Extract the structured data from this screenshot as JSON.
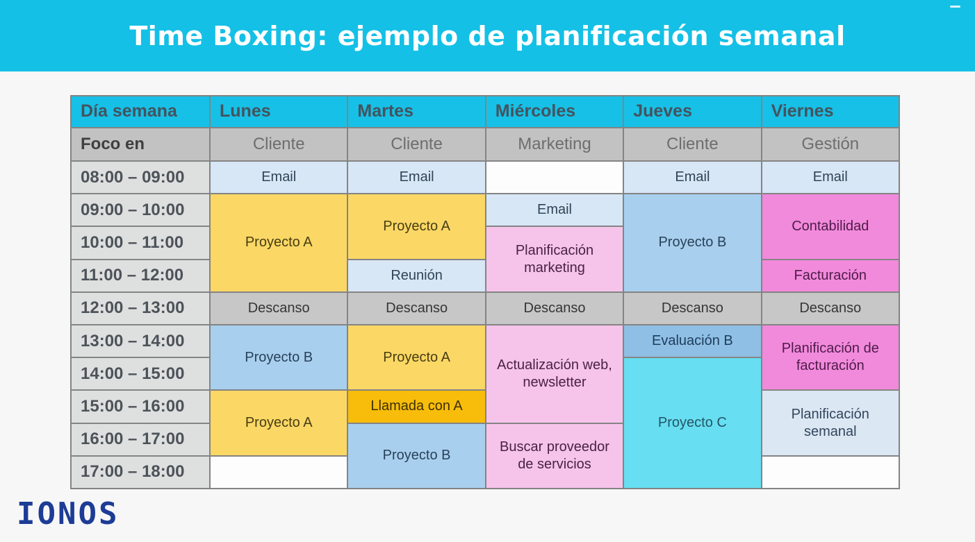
{
  "banner": {
    "title": "Time Boxing: ejemplo de planificación semanal",
    "bg": "#14C0E6"
  },
  "logo": {
    "text": "IONOS",
    "color": "#1D3C96"
  },
  "table": {
    "corner_label": "Día semana",
    "days": [
      "Lunes",
      "Martes",
      "Miércoles",
      "Jueves",
      "Viernes"
    ],
    "focus_label": "Foco en",
    "focus_values": [
      "Cliente",
      "Cliente",
      "Marketing",
      "Cliente",
      "Gestión"
    ],
    "times": [
      "08:00 – 09:00",
      "09:00 – 10:00",
      "10:00 – 11:00",
      "11:00 – 12:00",
      "12:00 – 13:00",
      "13:00 – 14:00",
      "14:00 – 15:00",
      "15:00 – 16:00",
      "16:00 – 17:00",
      "17:00 – 18:00"
    ],
    "palette": {
      "header": {
        "bg": "#17C0E6",
        "fg": "#44535E"
      },
      "timecol": {
        "bg": "#DEDFDF",
        "fg": "#4C5359"
      },
      "focusrow": {
        "bg": "#C2C2C2",
        "fg_label": "#3F3F3F",
        "fg_value": "#6E6E6E"
      },
      "graycell": {
        "bg": "#C7C7C7",
        "fg": "#353535"
      },
      "lightblue": {
        "bg": "#D8E7F6",
        "fg": "#2F4457"
      },
      "blue": {
        "bg": "#A9CFEE",
        "fg": "#28425A"
      },
      "steelblue": {
        "bg": "#8FBFE4",
        "fg": "#1F3D5C"
      },
      "cyan": {
        "bg": "#67DEF1",
        "fg": "#235666"
      },
      "paleblue": {
        "bg": "#DCE7F4",
        "fg": "#32465C"
      },
      "yellow": {
        "bg": "#FBD765",
        "fg": "#473D12"
      },
      "orange": {
        "bg": "#F8BD0B",
        "fg": "#3E3000"
      },
      "pink": {
        "bg": "#F6C4EA",
        "fg": "#4A2145"
      },
      "magenta": {
        "bg": "#F28ADC",
        "fg": "#4E1B49"
      },
      "white": {
        "bg": "#FDFDFD",
        "fg": "#333333"
      }
    },
    "blocks": [
      {
        "day": 0,
        "row": 0,
        "span": 1,
        "label": "Email",
        "color": "lightblue"
      },
      {
        "day": 0,
        "row": 1,
        "span": 3,
        "label": "Proyecto A",
        "color": "yellow"
      },
      {
        "day": 0,
        "row": 4,
        "span": 1,
        "label": "Descanso",
        "color": "graycell"
      },
      {
        "day": 0,
        "row": 5,
        "span": 2,
        "label": "Proyecto B",
        "color": "blue"
      },
      {
        "day": 0,
        "row": 7,
        "span": 2,
        "label": "Proyecto A",
        "color": "yellow"
      },
      {
        "day": 0,
        "row": 9,
        "span": 1,
        "label": "",
        "color": "white"
      },
      {
        "day": 1,
        "row": 0,
        "span": 1,
        "label": "Email",
        "color": "lightblue"
      },
      {
        "day": 1,
        "row": 1,
        "span": 2,
        "label": "Proyecto A",
        "color": "yellow"
      },
      {
        "day": 1,
        "row": 3,
        "span": 1,
        "label": "Reunión",
        "color": "lightblue"
      },
      {
        "day": 1,
        "row": 4,
        "span": 1,
        "label": "Descanso",
        "color": "graycell"
      },
      {
        "day": 1,
        "row": 5,
        "span": 2,
        "label": "Proyecto A",
        "color": "yellow"
      },
      {
        "day": 1,
        "row": 7,
        "span": 1,
        "label": "Llamada con A",
        "color": "orange"
      },
      {
        "day": 1,
        "row": 8,
        "span": 2,
        "label": "Proyecto B",
        "color": "blue"
      },
      {
        "day": 2,
        "row": 0,
        "span": 1,
        "label": "",
        "color": "white"
      },
      {
        "day": 2,
        "row": 1,
        "span": 1,
        "label": "Email",
        "color": "lightblue"
      },
      {
        "day": 2,
        "row": 2,
        "span": 2,
        "label": "Planificación marketing",
        "color": "pink"
      },
      {
        "day": 2,
        "row": 4,
        "span": 1,
        "label": "Descanso",
        "color": "graycell"
      },
      {
        "day": 2,
        "row": 5,
        "span": 3,
        "label": "Actualización web, newsletter",
        "color": "pink"
      },
      {
        "day": 2,
        "row": 8,
        "span": 2,
        "label": "Buscar proveedor de servicios",
        "color": "pink"
      },
      {
        "day": 3,
        "row": 0,
        "span": 1,
        "label": "Email",
        "color": "lightblue"
      },
      {
        "day": 3,
        "row": 1,
        "span": 3,
        "label": "Proyecto B",
        "color": "blue"
      },
      {
        "day": 3,
        "row": 4,
        "span": 1,
        "label": "Descanso",
        "color": "graycell"
      },
      {
        "day": 3,
        "row": 5,
        "span": 1,
        "label": "Evaluación B",
        "color": "steelblue"
      },
      {
        "day": 3,
        "row": 6,
        "span": 4,
        "label": "Proyecto C",
        "color": "cyan"
      },
      {
        "day": 4,
        "row": 0,
        "span": 1,
        "label": "Email",
        "color": "lightblue"
      },
      {
        "day": 4,
        "row": 1,
        "span": 2,
        "label": "Contabilidad",
        "color": "magenta"
      },
      {
        "day": 4,
        "row": 3,
        "span": 1,
        "label": "Facturación",
        "color": "magenta"
      },
      {
        "day": 4,
        "row": 4,
        "span": 1,
        "label": "Descanso",
        "color": "graycell"
      },
      {
        "day": 4,
        "row": 5,
        "span": 2,
        "label": "Planificación de facturación",
        "color": "magenta"
      },
      {
        "day": 4,
        "row": 7,
        "span": 2,
        "label": "Planificación semanal",
        "color": "paleblue"
      },
      {
        "day": 4,
        "row": 9,
        "span": 1,
        "label": "",
        "color": "white"
      }
    ]
  },
  "chart_data": {
    "type": "table",
    "title": "Time Boxing: ejemplo de planificación semanal",
    "columns": [
      "Día semana",
      "Lunes",
      "Martes",
      "Miércoles",
      "Jueves",
      "Viernes"
    ],
    "rows": [
      [
        "Foco en",
        "Cliente",
        "Cliente",
        "Marketing",
        "Cliente",
        "Gestión"
      ],
      [
        "08:00 – 09:00",
        "Email",
        "Email",
        "",
        "Email",
        "Email"
      ],
      [
        "09:00 – 10:00",
        "Proyecto A",
        "Proyecto A",
        "Email",
        "Proyecto B",
        "Contabilidad"
      ],
      [
        "10:00 – 11:00",
        "Proyecto A",
        "Proyecto A",
        "Planificación marketing",
        "Proyecto B",
        "Contabilidad"
      ],
      [
        "11:00 – 12:00",
        "Proyecto A",
        "Reunión",
        "Planificación marketing",
        "Proyecto B",
        "Facturación"
      ],
      [
        "12:00 – 13:00",
        "Descanso",
        "Descanso",
        "Descanso",
        "Descanso",
        "Descanso"
      ],
      [
        "13:00 – 14:00",
        "Proyecto B",
        "Proyecto A",
        "Actualización web, newsletter",
        "Evaluación B",
        "Planificación de facturación"
      ],
      [
        "14:00 – 15:00",
        "Proyecto B",
        "Proyecto A",
        "Actualización web, newsletter",
        "Proyecto C",
        "Planificación de facturación"
      ],
      [
        "15:00 – 16:00",
        "Proyecto A",
        "Llamada con A",
        "Actualización web, newsletter",
        "Proyecto C",
        "Planificación semanal"
      ],
      [
        "16:00 – 17:00",
        "Proyecto A",
        "Proyecto B",
        "Buscar proveedor de servicios",
        "Proyecto C",
        "Planificación semanal"
      ],
      [
        "17:00 – 18:00",
        "",
        "Proyecto B",
        "Buscar proveedor de servicios",
        "Proyecto C",
        ""
      ]
    ],
    "layout": {
      "merged_blocks": true,
      "legend": "none",
      "grid": true
    }
  }
}
